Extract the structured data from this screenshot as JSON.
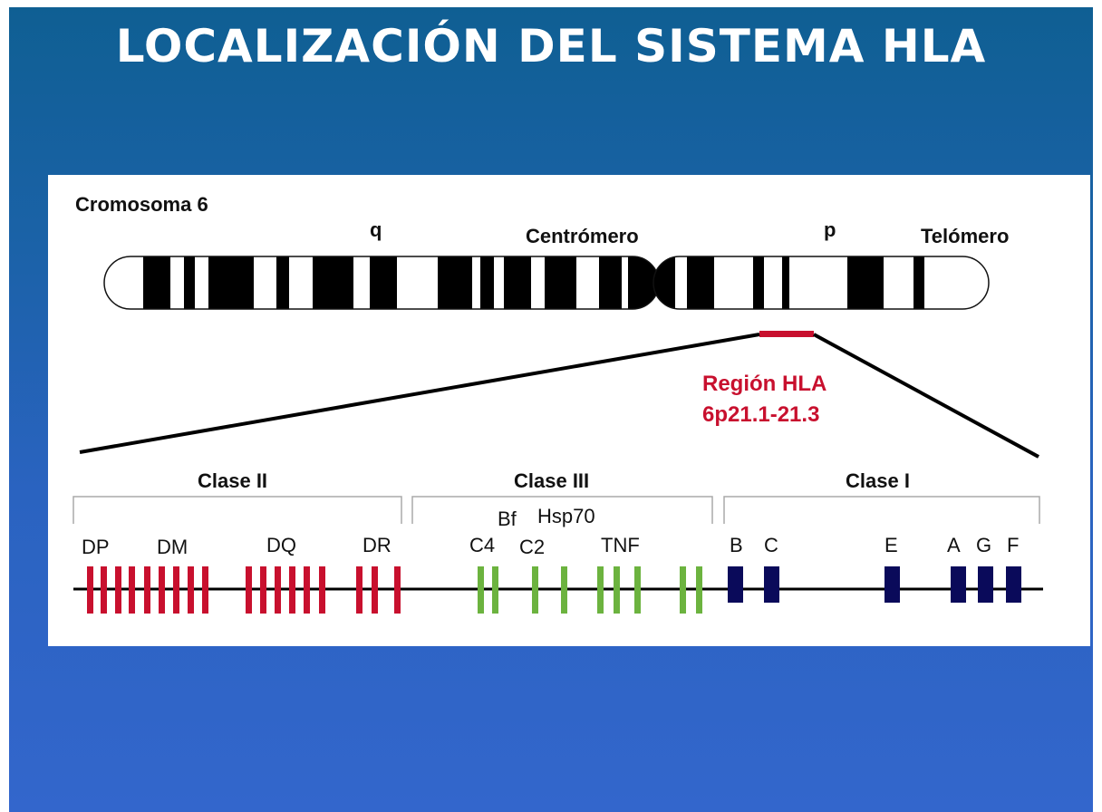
{
  "slide": {
    "title": "LOCALIZACIÓN DEL SISTEMA HLA"
  },
  "chromosome": {
    "name_label": "Cromosoma 6",
    "q_arm_label": "q",
    "centromere_label": "Centrómero",
    "p_arm_label": "p",
    "telomere_label": "Telómero"
  },
  "hla_region": {
    "title": "Región HLA",
    "locus": "6p21.1-21.3",
    "color": "#c8102e"
  },
  "gene_map": {
    "classes": [
      {
        "label": "Clase II",
        "color": "#c8102e"
      },
      {
        "label": "Clase III",
        "color": "#6cb33f"
      },
      {
        "label": "Clase I",
        "color": "#0a0a5a"
      }
    ],
    "class_ii_genes": [
      "DP",
      "DM",
      "DQ",
      "DR"
    ],
    "class_iii_genes": [
      "C4",
      "C2",
      "TNF",
      "Bf",
      "Hsp70"
    ],
    "class_i_genes": [
      "B",
      "C",
      "E",
      "A",
      "G",
      "F"
    ]
  },
  "colors": {
    "background_top": "#0f5f93",
    "background_bottom": "#3366cc",
    "class_ii": "#c8102e",
    "class_iii": "#6cb33f",
    "class_i": "#0a0a5a"
  }
}
